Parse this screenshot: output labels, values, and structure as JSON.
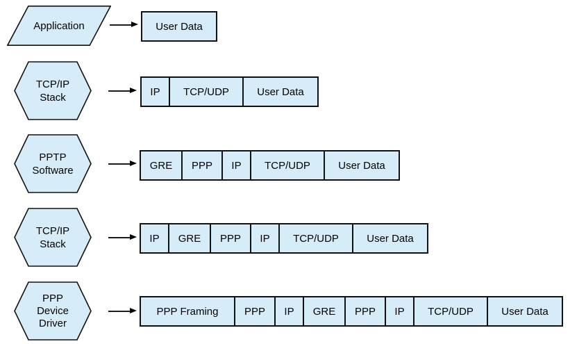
{
  "diagram": {
    "colors": {
      "shape_fill": "#d6ecf8",
      "shape_border": "#111111",
      "text": "#000000",
      "background": "#ffffff"
    },
    "rows": [
      {
        "stage": "Application",
        "shape": "parallelogram",
        "stage_lines": [
          "Application"
        ],
        "packet": [
          "User Data"
        ]
      },
      {
        "stage": "TCP/IP Stack",
        "shape": "hexagon",
        "stage_lines": [
          "TCP/IP",
          "Stack"
        ],
        "packet": [
          "IP",
          "TCP/UDP",
          "User Data"
        ]
      },
      {
        "stage": "PPTP Software",
        "shape": "hexagon",
        "stage_lines": [
          "PPTP",
          "Software"
        ],
        "packet": [
          "GRE",
          "PPP",
          "IP",
          "TCP/UDP",
          "User Data"
        ]
      },
      {
        "stage": "TCP/IP Stack",
        "shape": "hexagon",
        "stage_lines": [
          "TCP/IP",
          "Stack"
        ],
        "packet": [
          "IP",
          "GRE",
          "PPP",
          "IP",
          "TCP/UDP",
          "User Data"
        ]
      },
      {
        "stage": "PPP Device Driver",
        "shape": "hexagon",
        "stage_lines": [
          "PPP",
          "Device",
          "Driver"
        ],
        "packet": [
          "PPP Framing",
          "PPP",
          "IP",
          "GRE",
          "PPP",
          "IP",
          "TCP/UDP",
          "User Data"
        ]
      }
    ]
  }
}
